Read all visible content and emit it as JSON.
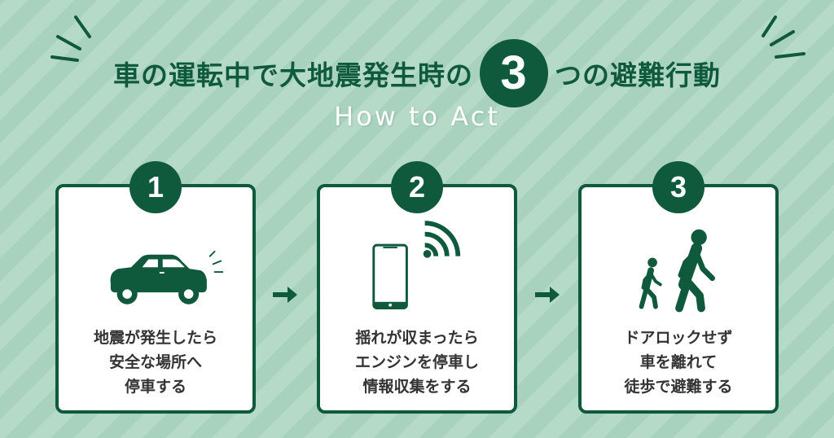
{
  "header": {
    "title_before": "車の運転中で大地震発生時の",
    "title_number": "3",
    "title_after": "つの避難行動",
    "subtitle": "How to Act"
  },
  "colors": {
    "primary": "#0f5a3c",
    "stripe_light": "#b6dac8",
    "stripe_dark": "#a8d2be",
    "card_bg": "#ffffff",
    "text": "#333333"
  },
  "steps": [
    {
      "number": "1",
      "icon": "car-icon",
      "lines": [
        "地震が発生したら",
        "安全な場所へ",
        "停車する"
      ]
    },
    {
      "number": "2",
      "icon": "smartphone-signal-icon",
      "lines": [
        "揺れが収まったら",
        "エンジンを停車し",
        "情報収集をする"
      ]
    },
    {
      "number": "3",
      "icon": "walking-people-icon",
      "lines": [
        "ドアロックせず",
        "車を離れて",
        "徒歩で避難する"
      ]
    }
  ],
  "connectors": [
    "arrow-right-icon",
    "arrow-right-icon"
  ]
}
